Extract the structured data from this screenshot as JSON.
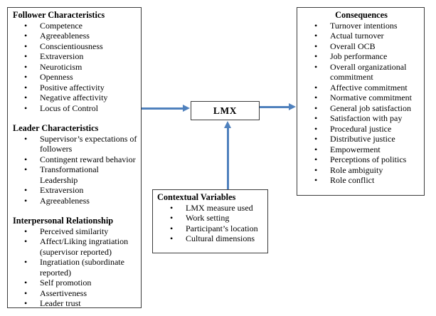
{
  "colors": {
    "arrow": "#4f81bd",
    "border": "#3c3c3c",
    "background": "#ffffff"
  },
  "left_box": {
    "sections": [
      {
        "title": "Follower Characteristics",
        "items": [
          "Competence",
          "Agreeableness",
          "Conscientiousness",
          "Extraversion",
          "Neuroticism",
          "Openness",
          "Positive affectivity",
          "Negative affectivity",
          "Locus of Control"
        ]
      },
      {
        "title": "Leader Characteristics",
        "items": [
          "Supervisor’s expectations of followers",
          "Contingent reward behavior",
          "Transformational Leadership",
          "Extraversion",
          "Agreeableness"
        ]
      },
      {
        "title": "Interpersonal Relationship",
        "items": [
          "Perceived similarity",
          "Affect/Liking ingratiation (supervisor reported)",
          "Ingratiation (subordinate reported)",
          "Self promotion",
          "Assertiveness",
          "Leader trust"
        ]
      }
    ]
  },
  "center_box": {
    "label": "LMX"
  },
  "context_box": {
    "title": "Contextual Variables",
    "items": [
      "LMX measure used",
      "Work setting",
      "Participant’s location",
      "Cultural dimensions"
    ]
  },
  "right_box": {
    "title": "Consequences",
    "items": [
      "Turnover intentions",
      "Actual turnover",
      "Overall OCB",
      "Job performance",
      "Overall organizational commitment",
      "Affective commitment",
      "Normative commitment",
      "General job satisfaction",
      "Satisfaction with pay",
      "Procedural justice",
      "Distributive justice",
      "Empowerment",
      "Perceptions of politics",
      "Role ambiguity",
      "Role conflict"
    ]
  }
}
